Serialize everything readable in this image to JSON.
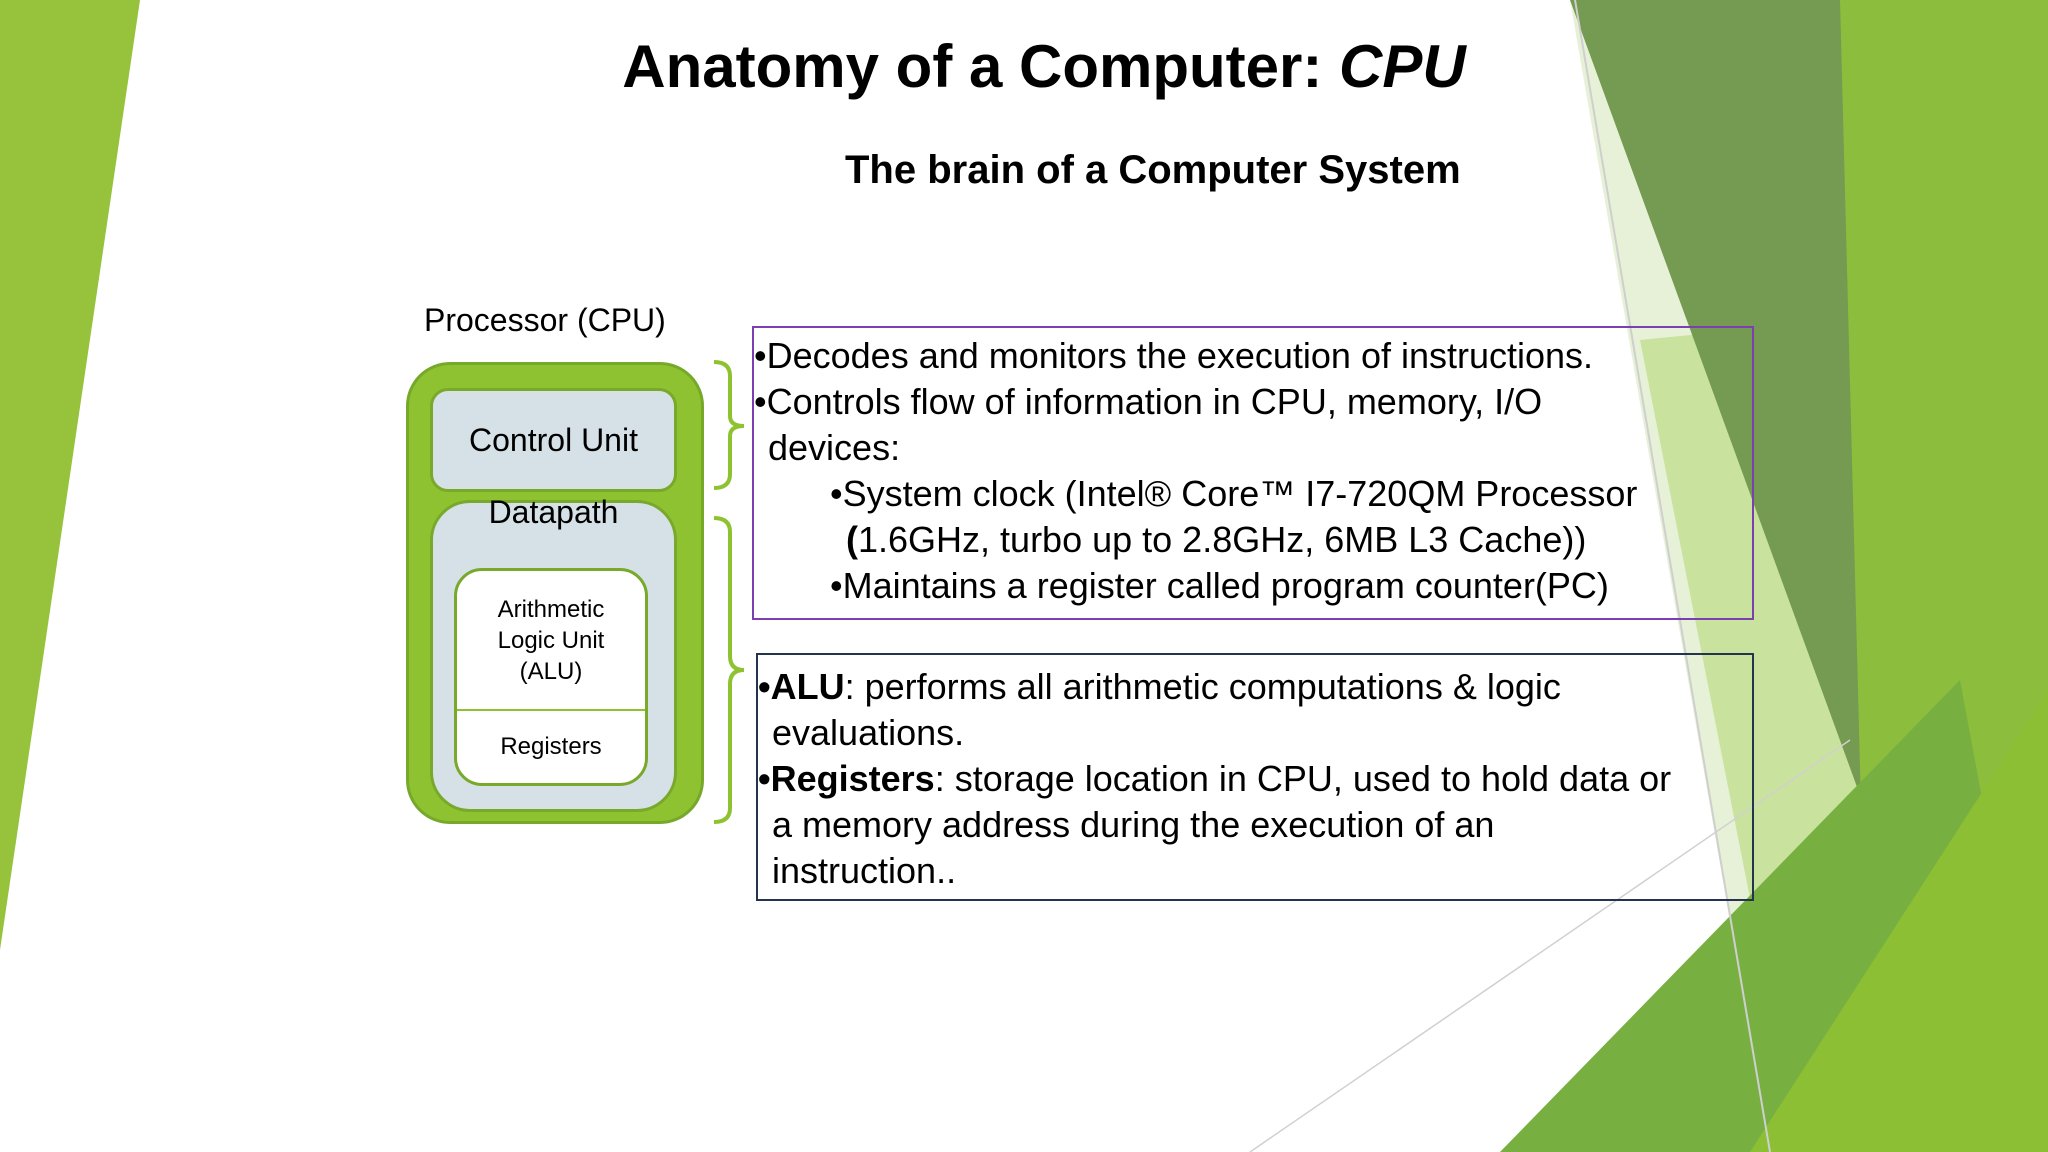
{
  "title": {
    "main": "Anatomy of a Computer: ",
    "emphasis": "CPU"
  },
  "subtitle": "The brain of a Computer System",
  "diagram": {
    "processor_label": "Processor (CPU)",
    "control_unit": "Control Unit",
    "datapath": "Datapath",
    "alu": [
      "Arithmetic",
      "Logic Unit",
      "(ALU)"
    ],
    "registers": "Registers"
  },
  "control_unit_description": {
    "line1": "•Decodes and monitors the execution of instructions.",
    "line2": "•Controls flow of information in CPU, memory, I/O",
    "line3": "devices:",
    "line4": "•System clock (Intel® Core™ I7-720QM Processor",
    "line5_bold": "(",
    "line5_rest": "1.6GHz, turbo up to 2.8GHz, 6MB L3 Cache))",
    "line6": "•Maintains a register called program counter(PC)"
  },
  "datapath_description": {
    "alu_term": "•ALU",
    "alu_text": ": performs all arithmetic computations & logic",
    "alu_text2": "evaluations.",
    "reg_term": "•Registers",
    "reg_text": ": storage location in CPU, used to hold data or",
    "reg_text2": "a memory address during the execution of an",
    "reg_text3": "instruction.."
  },
  "colors": {
    "accent_green": "#8fc230",
    "box_fill": "#d5e0e7",
    "control_box_border": "#7b3fb0",
    "datapath_box_border": "#23344c"
  }
}
